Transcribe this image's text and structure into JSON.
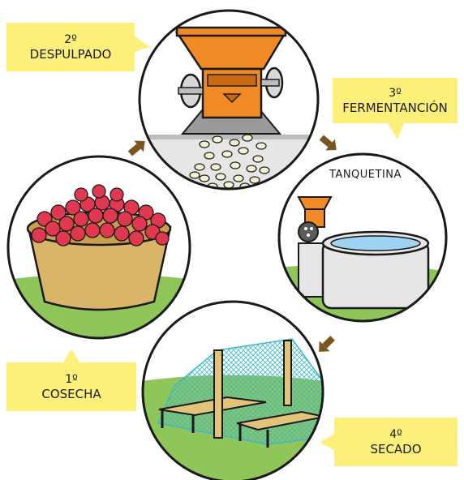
{
  "steps": [
    {
      "num": "1º",
      "name": "COSECHA"
    },
    {
      "num": "2º",
      "name": "DESPULPADO"
    },
    {
      "num": "3º",
      "name": "FERMENTANCIÓN"
    },
    {
      "num": "4º",
      "name": "SECADO"
    }
  ],
  "tank_label": "TANQUETINA",
  "colors": {
    "label_bg": "#fdf07a",
    "sky": "#ffffff",
    "grass": "#8fc65a",
    "cherry": "#e0384f",
    "basket": "#d9b56a",
    "machine": "#f08a24",
    "water": "#9ed3f2",
    "net": "#3fb7c9",
    "wood": "#e3c27a",
    "arrow": "#7b5520"
  }
}
